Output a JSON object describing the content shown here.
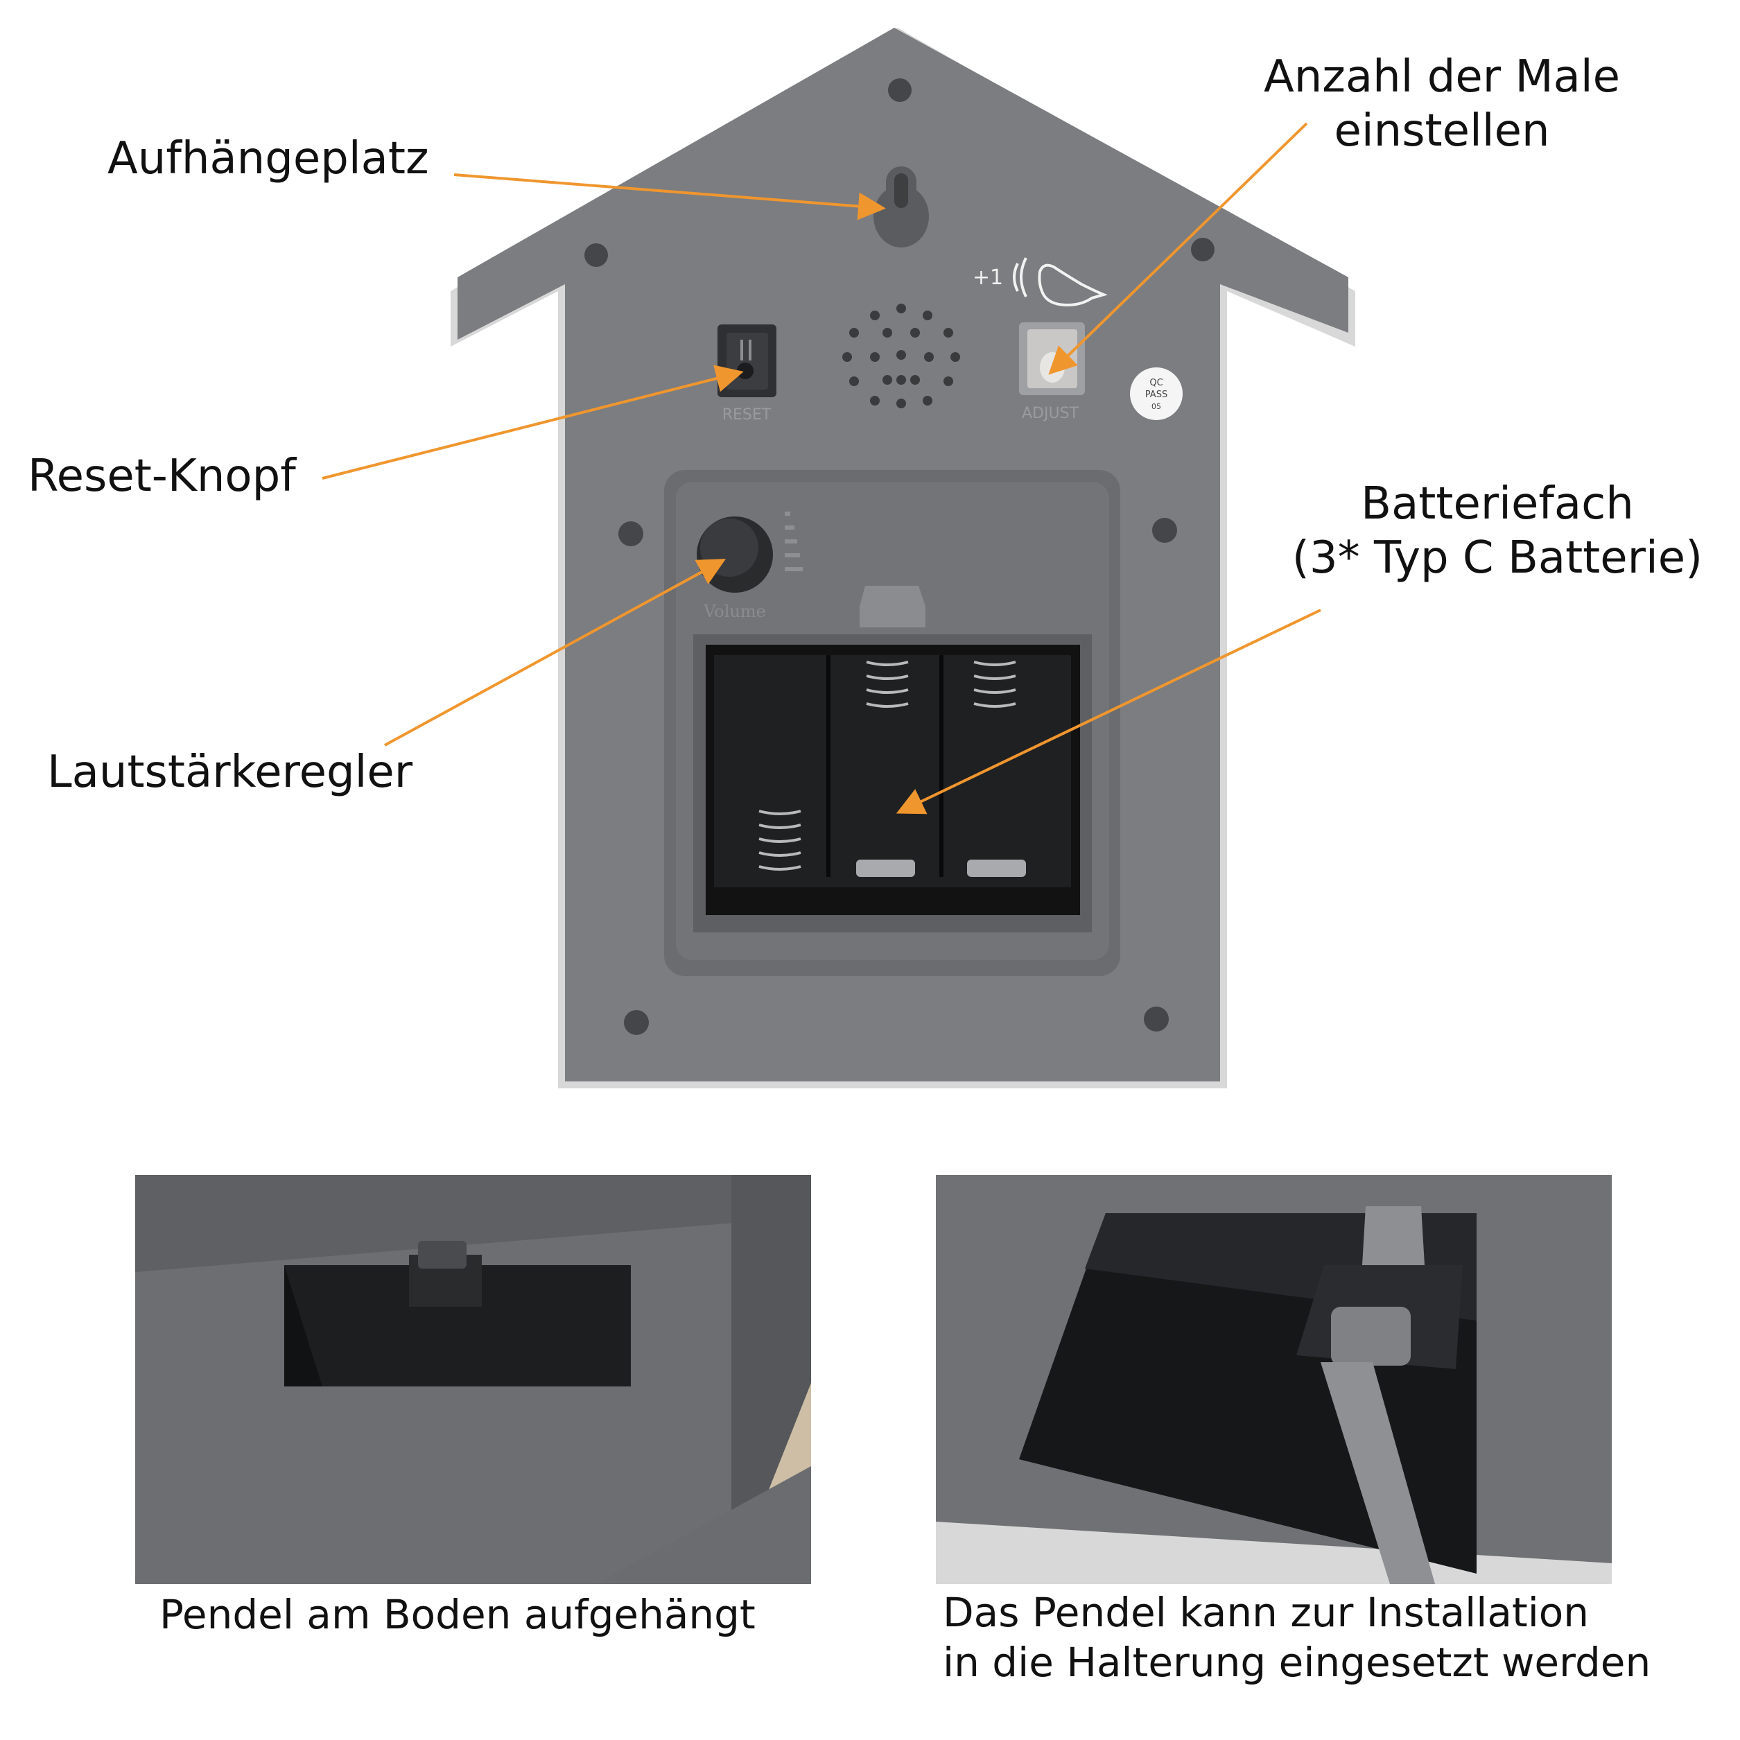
{
  "callouts": {
    "hanging_spot": "Aufhängeplatz",
    "strike_count_line1": "Anzahl der Male",
    "strike_count_line2": "einstellen",
    "reset_button": "Reset-Knopf",
    "battery_line1": "Batteriefach",
    "battery_line2": "(3* Typ C Batterie)",
    "volume_control": "Lautstärkeregler"
  },
  "device": {
    "reset_label": "RESET",
    "adjust_label": "ADJUST",
    "plus_one": "+1",
    "qc_line1": "QC",
    "qc_line2": "PASS",
    "qc_line3": "05",
    "volume_label": "Volume"
  },
  "captions": {
    "left": "Pendel am Boden aufgehängt",
    "right_line1": "Das Pendel kann zur Installation",
    "right_line2": "in die Halterung eingesetzt werden"
  },
  "colors": {
    "arrow": "#f0962e",
    "housing": "#7b7d80",
    "housing_dark": "#5f6164"
  }
}
